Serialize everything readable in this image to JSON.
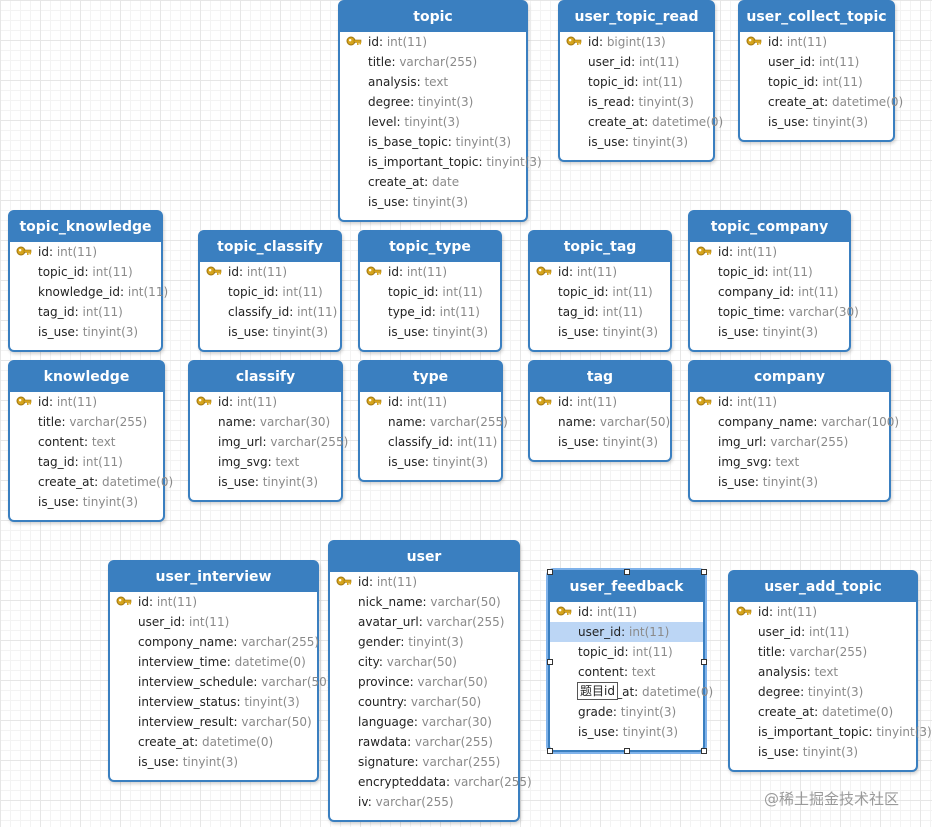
{
  "colors": {
    "header": "#3a7fc0",
    "border": "#3a7fc0",
    "key": "#d8a51c",
    "selected_row": "#bcd6f5"
  },
  "tables": [
    {
      "name": "topic",
      "fields": [
        [
          "id",
          "int(11)"
        ],
        [
          "title",
          "varchar(255)"
        ],
        [
          "analysis",
          "text"
        ],
        [
          "degree",
          "tinyint(3)"
        ],
        [
          "level",
          "tinyint(3)"
        ],
        [
          "is_base_topic",
          "tinyint(3)"
        ],
        [
          "is_important_topic",
          "tinyint(3)"
        ],
        [
          "create_at",
          "date"
        ],
        [
          "is_use",
          "tinyint(3)"
        ]
      ]
    },
    {
      "name": "user_topic_read",
      "fields": [
        [
          "id",
          "bigint(13)"
        ],
        [
          "user_id",
          "int(11)"
        ],
        [
          "topic_id",
          "int(11)"
        ],
        [
          "is_read",
          "tinyint(3)"
        ],
        [
          "create_at",
          "datetime(0)"
        ],
        [
          "is_use",
          "tinyint(3)"
        ]
      ]
    },
    {
      "name": "user_collect_topic",
      "fields": [
        [
          "id",
          "int(11)"
        ],
        [
          "user_id",
          "int(11)"
        ],
        [
          "topic_id",
          "int(11)"
        ],
        [
          "create_at",
          "datetime(0)"
        ],
        [
          "is_use",
          "tinyint(3)"
        ]
      ]
    },
    {
      "name": "topic_knowledge",
      "fields": [
        [
          "id",
          "int(11)"
        ],
        [
          "topic_id",
          "int(11)"
        ],
        [
          "knowledge_id",
          "int(11)"
        ],
        [
          "tag_id",
          "int(11)"
        ],
        [
          "is_use",
          "tinyint(3)"
        ]
      ]
    },
    {
      "name": "topic_classify",
      "fields": [
        [
          "id",
          "int(11)"
        ],
        [
          "topic_id",
          "int(11)"
        ],
        [
          "classify_id",
          "int(11)"
        ],
        [
          "is_use",
          "tinyint(3)"
        ]
      ]
    },
    {
      "name": "topic_type",
      "fields": [
        [
          "id",
          "int(11)"
        ],
        [
          "topic_id",
          "int(11)"
        ],
        [
          "type_id",
          "int(11)"
        ],
        [
          "is_use",
          "tinyint(3)"
        ]
      ]
    },
    {
      "name": "topic_tag",
      "fields": [
        [
          "id",
          "int(11)"
        ],
        [
          "topic_id",
          "int(11)"
        ],
        [
          "tag_id",
          "int(11)"
        ],
        [
          "is_use",
          "tinyint(3)"
        ]
      ]
    },
    {
      "name": "topic_company",
      "fields": [
        [
          "id",
          "int(11)"
        ],
        [
          "topic_id",
          "int(11)"
        ],
        [
          "company_id",
          "int(11)"
        ],
        [
          "topic_time",
          "varchar(30)"
        ],
        [
          "is_use",
          "tinyint(3)"
        ]
      ]
    },
    {
      "name": "knowledge",
      "fields": [
        [
          "id",
          "int(11)"
        ],
        [
          "title",
          "varchar(255)"
        ],
        [
          "content",
          "text"
        ],
        [
          "tag_id",
          "int(11)"
        ],
        [
          "create_at",
          "datetime(0)"
        ],
        [
          "is_use",
          "tinyint(3)"
        ]
      ]
    },
    {
      "name": "classify",
      "fields": [
        [
          "id",
          "int(11)"
        ],
        [
          "name",
          "varchar(30)"
        ],
        [
          "img_url",
          "varchar(255)"
        ],
        [
          "img_svg",
          "text"
        ],
        [
          "is_use",
          "tinyint(3)"
        ]
      ]
    },
    {
      "name": "type",
      "fields": [
        [
          "id",
          "int(11)"
        ],
        [
          "name",
          "varchar(255)"
        ],
        [
          "classify_id",
          "int(11)"
        ],
        [
          "is_use",
          "tinyint(3)"
        ]
      ]
    },
    {
      "name": "tag",
      "fields": [
        [
          "id",
          "int(11)"
        ],
        [
          "name",
          "varchar(50)"
        ],
        [
          "is_use",
          "tinyint(3)"
        ]
      ]
    },
    {
      "name": "company",
      "fields": [
        [
          "id",
          "int(11)"
        ],
        [
          "company_name",
          "varchar(100)"
        ],
        [
          "img_url",
          "varchar(255)"
        ],
        [
          "img_svg",
          "text"
        ],
        [
          "is_use",
          "tinyint(3)"
        ]
      ]
    },
    {
      "name": "user_interview",
      "fields": [
        [
          "id",
          "int(11)"
        ],
        [
          "user_id",
          "int(11)"
        ],
        [
          "compony_name",
          "varchar(255)"
        ],
        [
          "interview_time",
          "datetime(0)"
        ],
        [
          "interview_schedule",
          "varchar(50)"
        ],
        [
          "interview_status",
          "tinyint(3)"
        ],
        [
          "interview_result",
          "varchar(50)"
        ],
        [
          "create_at",
          "datetime(0)"
        ],
        [
          "is_use",
          "tinyint(3)"
        ]
      ]
    },
    {
      "name": "user",
      "fields": [
        [
          "id",
          "int(11)"
        ],
        [
          "nick_name",
          "varchar(50)"
        ],
        [
          "avatar_url",
          "varchar(255)"
        ],
        [
          "gender",
          "tinyint(3)"
        ],
        [
          "city",
          "varchar(50)"
        ],
        [
          "province",
          "varchar(50)"
        ],
        [
          "country",
          "varchar(50)"
        ],
        [
          "language",
          "varchar(30)"
        ],
        [
          "rawdata",
          "varchar(255)"
        ],
        [
          "signature",
          "varchar(255)"
        ],
        [
          "encrypteddata",
          "varchar(255)"
        ],
        [
          "iv",
          "varchar(255)"
        ]
      ]
    },
    {
      "name": "user_feedback",
      "fields": [
        [
          "id",
          "int(11)"
        ],
        [
          "user_id",
          "int(11)"
        ],
        [
          "topic_id",
          "int(11)"
        ],
        [
          "content",
          "text"
        ],
        [
          "create_at",
          "datetime(0)"
        ],
        [
          "grade",
          "tinyint(3)"
        ],
        [
          "is_use",
          "tinyint(3)"
        ]
      ]
    },
    {
      "name": "user_add_topic",
      "fields": [
        [
          "id",
          "int(11)"
        ],
        [
          "user_id",
          "int(11)"
        ],
        [
          "title",
          "varchar(255)"
        ],
        [
          "analysis",
          "text"
        ],
        [
          "degree",
          "tinyint(3)"
        ],
        [
          "create_at",
          "datetime(0)"
        ],
        [
          "is_important_topic",
          "tinyint(3)"
        ],
        [
          "is_use",
          "tinyint(3)"
        ]
      ]
    }
  ],
  "selection": {
    "table": "user_feedback",
    "row": "user_id"
  },
  "tooltip": "题目id",
  "watermark": "@稀土掘金技术社区"
}
